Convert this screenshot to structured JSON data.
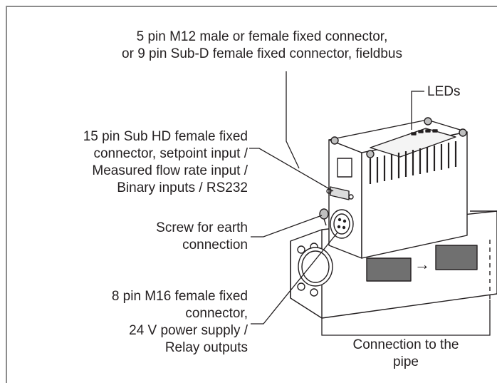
{
  "callouts": {
    "fieldbus": [
      "5 pin M12 male or female fixed connector,",
      "or 9 pin Sub-D female fixed connector, fieldbus"
    ],
    "leds": "LEDs",
    "sub_hd": [
      "15 pin Sub HD female fixed",
      "connector, setpoint input /",
      "Measured flow rate input /",
      "Binary inputs / RS232"
    ],
    "earth": [
      "Screw for earth",
      "connection"
    ],
    "m16": [
      "8 pin M16 female fixed",
      "connector,",
      "24 V power supply /",
      "Relay outputs"
    ],
    "pipe": [
      "Connection to the",
      "pipe"
    ]
  },
  "flow_arrow": "→",
  "colors": {
    "line": "#231f20",
    "frame": "#8c8c8c",
    "window": "#707070"
  }
}
